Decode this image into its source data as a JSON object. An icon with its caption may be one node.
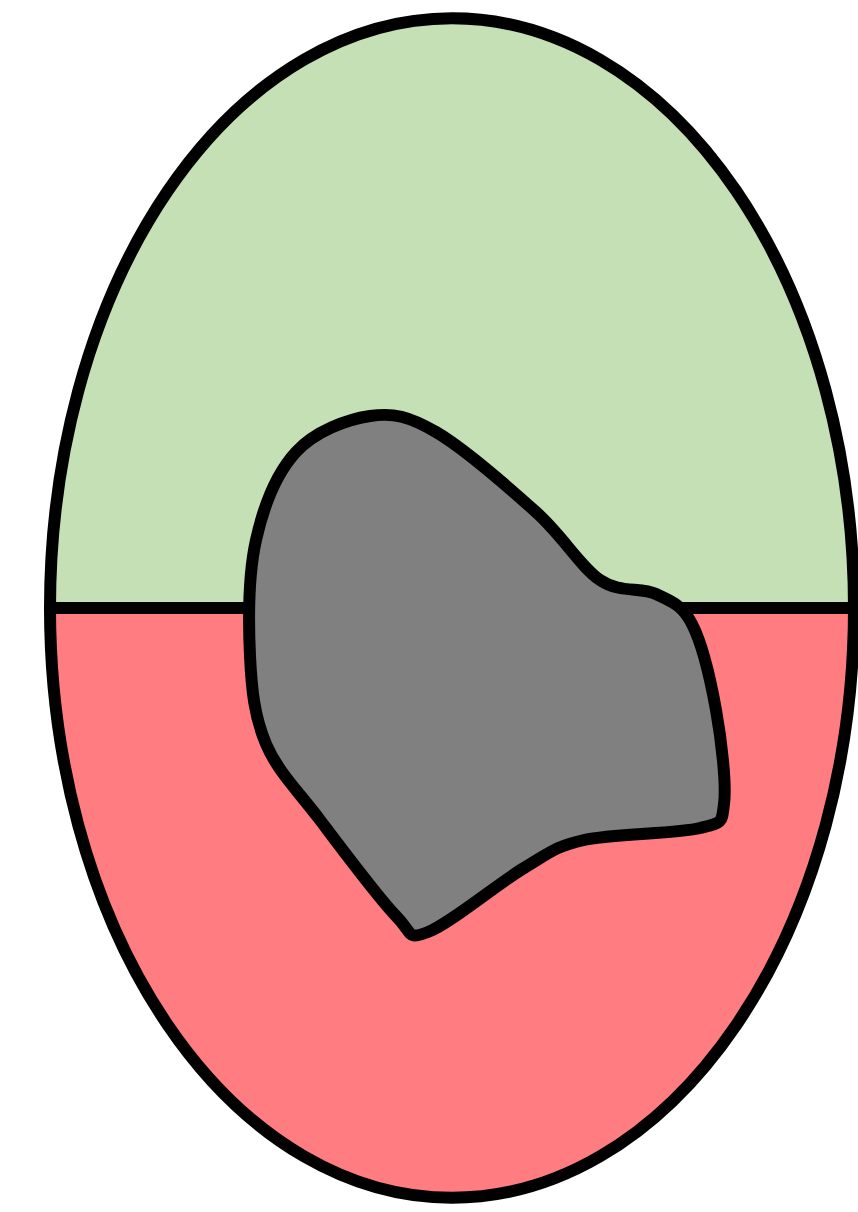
{
  "diagram": {
    "nodes": [
      {
        "text": [],
        "shape": "half-ellipse"
      },
      {
        "text": [],
        "shape": "half-ellipse"
      },
      {
        "text": [],
        "shape": "blob"
      }
    ]
  }
}
